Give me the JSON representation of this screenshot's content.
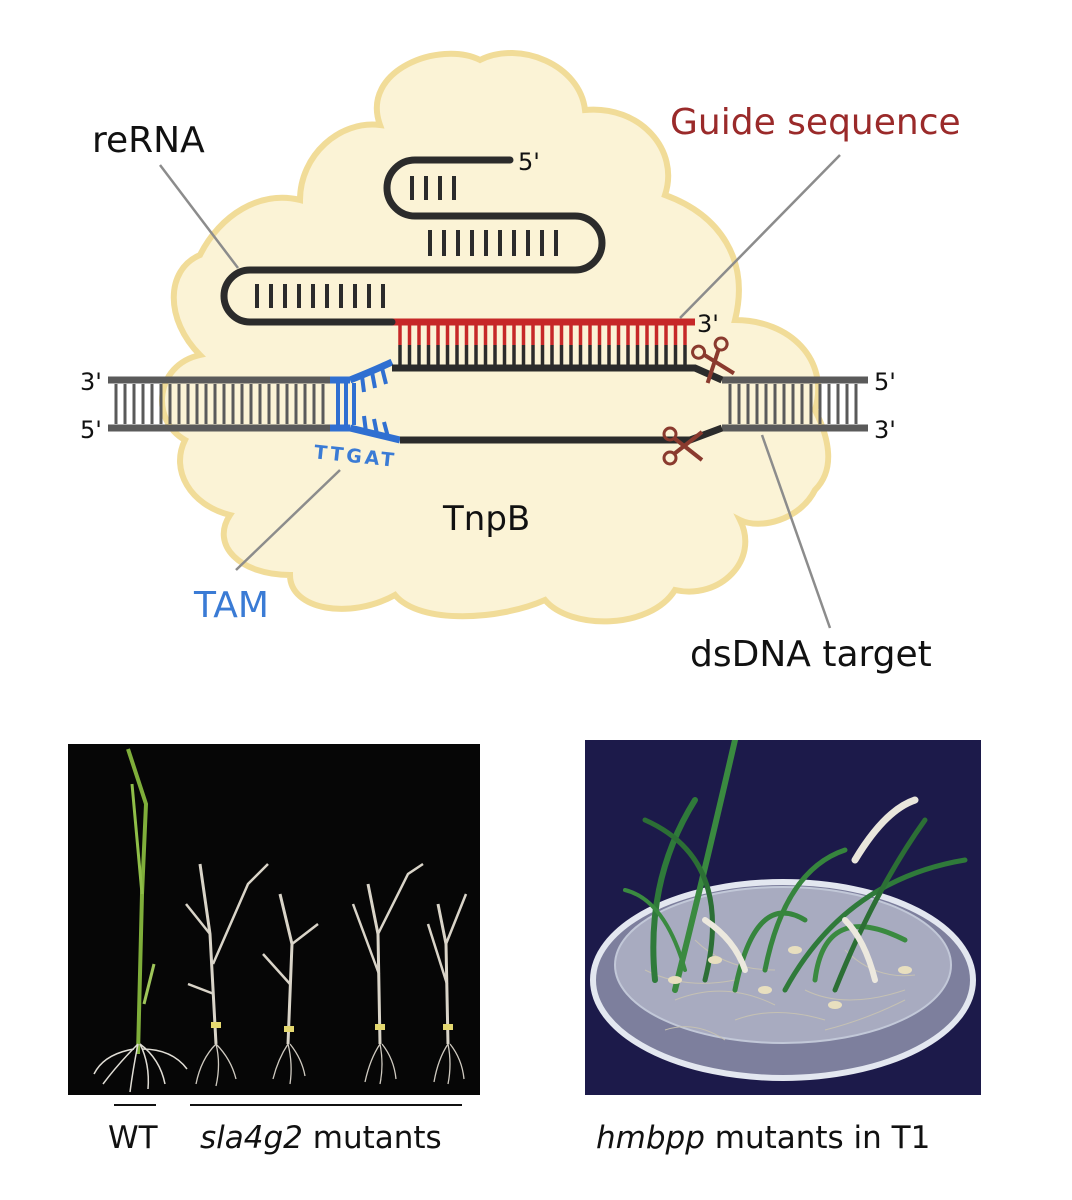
{
  "labels": {
    "rerna": "reRNA",
    "guide": "Guide sequence",
    "tam": "TAM",
    "tam_seq": "TTGAT",
    "tnpb": "TnpB",
    "target": "dsDNA target",
    "end_left_top": "3'",
    "end_left_bottom": "5'",
    "end_right_top": "5'",
    "end_right_bottom": "3'",
    "end_rna_5": "5'",
    "end_guide_3": "3'"
  },
  "captions": {
    "wt": "WT",
    "sla_gene": "sla4g2",
    "sla_rest": " mutants",
    "hm_gene": "hmbpp",
    "hm_rest": " mutants in T1"
  },
  "colors": {
    "blob_fill": "#fbf3d6",
    "blob_stroke": "#f1dc98",
    "rna": "#2b2b2b",
    "guide": "#c62828",
    "guide_text": "#9a2a2a",
    "tam": "#2f6fd1",
    "tam_text": "#3a7bd5",
    "dna": "#5a5a5a",
    "scissors": "#8a3a2e",
    "photo_left_bg": "#060606",
    "photo_right_bg": "#1c1a4a"
  }
}
